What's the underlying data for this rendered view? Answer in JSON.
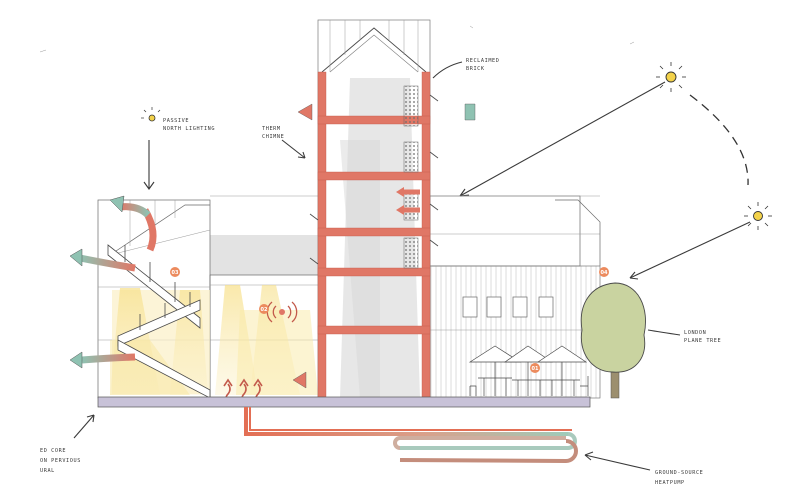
{
  "annotations": {
    "reclaimed_brick": [
      "RECLAIMED",
      "BRICK"
    ],
    "passive_north_lighting": [
      "PASSIVE",
      "NORTH LIGHTING"
    ],
    "thermal_chimney": [
      "THERM",
      "CHIMNE"
    ],
    "london_plane_tree": [
      "LONDON",
      "PLANE TREE"
    ],
    "core": [
      "ED CORE",
      "ON PERVIOUS",
      "URAL"
    ],
    "ground_source": [
      "GROUND-SOURCE",
      "HEATPUMP"
    ]
  },
  "markers": [
    "03",
    "02",
    "01",
    "04"
  ],
  "colors": {
    "brick": "#e07766",
    "brick_dark": "#c35a4b",
    "sun": "#f3d24a",
    "glow": "#fae9a6",
    "tree": "#c9d3a0",
    "grey_zone": "#e3e3e3",
    "ground_slab": "#c8c2d8",
    "arrow_teal": "#8fc2b2",
    "marker": "#ec8b5e"
  }
}
